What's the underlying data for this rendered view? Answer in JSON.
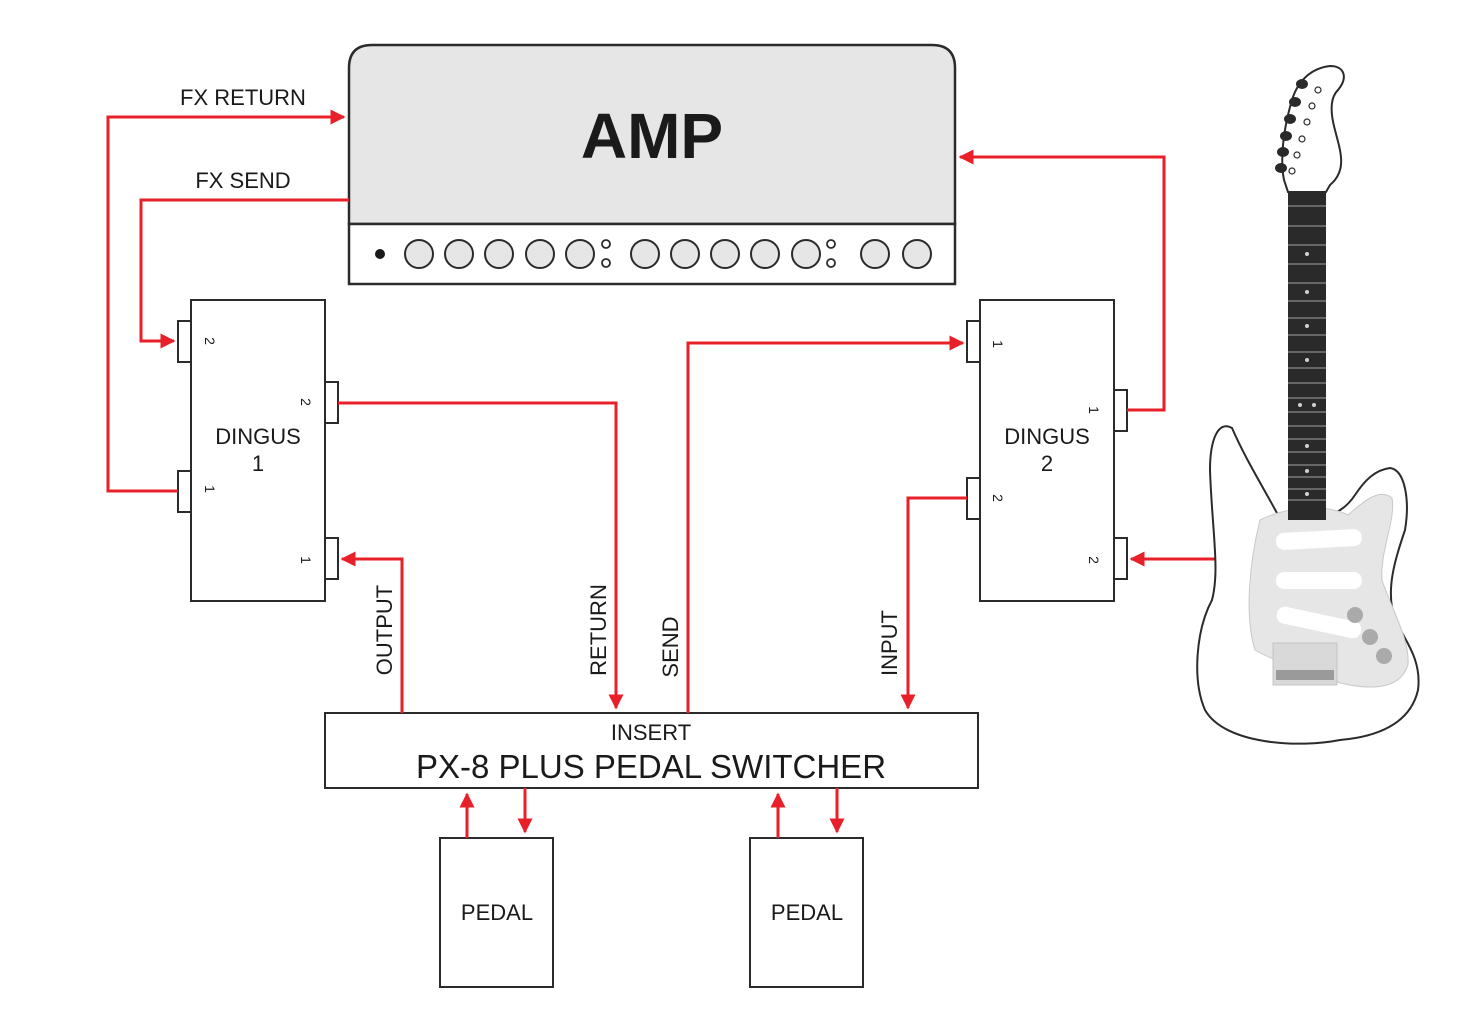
{
  "amp": {
    "title": "AMP",
    "fx_return_label": "FX RETURN",
    "fx_send_label": "FX SEND"
  },
  "dingus1": {
    "line1": "DINGUS",
    "line2": "1",
    "ports": {
      "left_top": "2",
      "left_bottom": "1",
      "right_top": "2",
      "right_bottom": "1"
    }
  },
  "dingus2": {
    "line1": "DINGUS",
    "line2": "2",
    "ports": {
      "left_top": "1",
      "left_bottom": "2",
      "right_top": "1",
      "right_bottom": "2"
    }
  },
  "switcher": {
    "insert_label": "INSERT",
    "title": "PX-8 PLUS PEDAL SWITCHER"
  },
  "wires": {
    "output": "OUTPUT",
    "return": "RETURN",
    "send": "SEND",
    "input": "INPUT"
  },
  "pedals": [
    {
      "label": "PEDAL"
    },
    {
      "label": "PEDAL"
    }
  ],
  "colors": {
    "signal": "#e8202a",
    "outline": "#2b2b2b",
    "amp_fill": "#e6e6e6",
    "guitar_neck": "#2a2a2a",
    "pickguard": "#e6e6e6"
  }
}
